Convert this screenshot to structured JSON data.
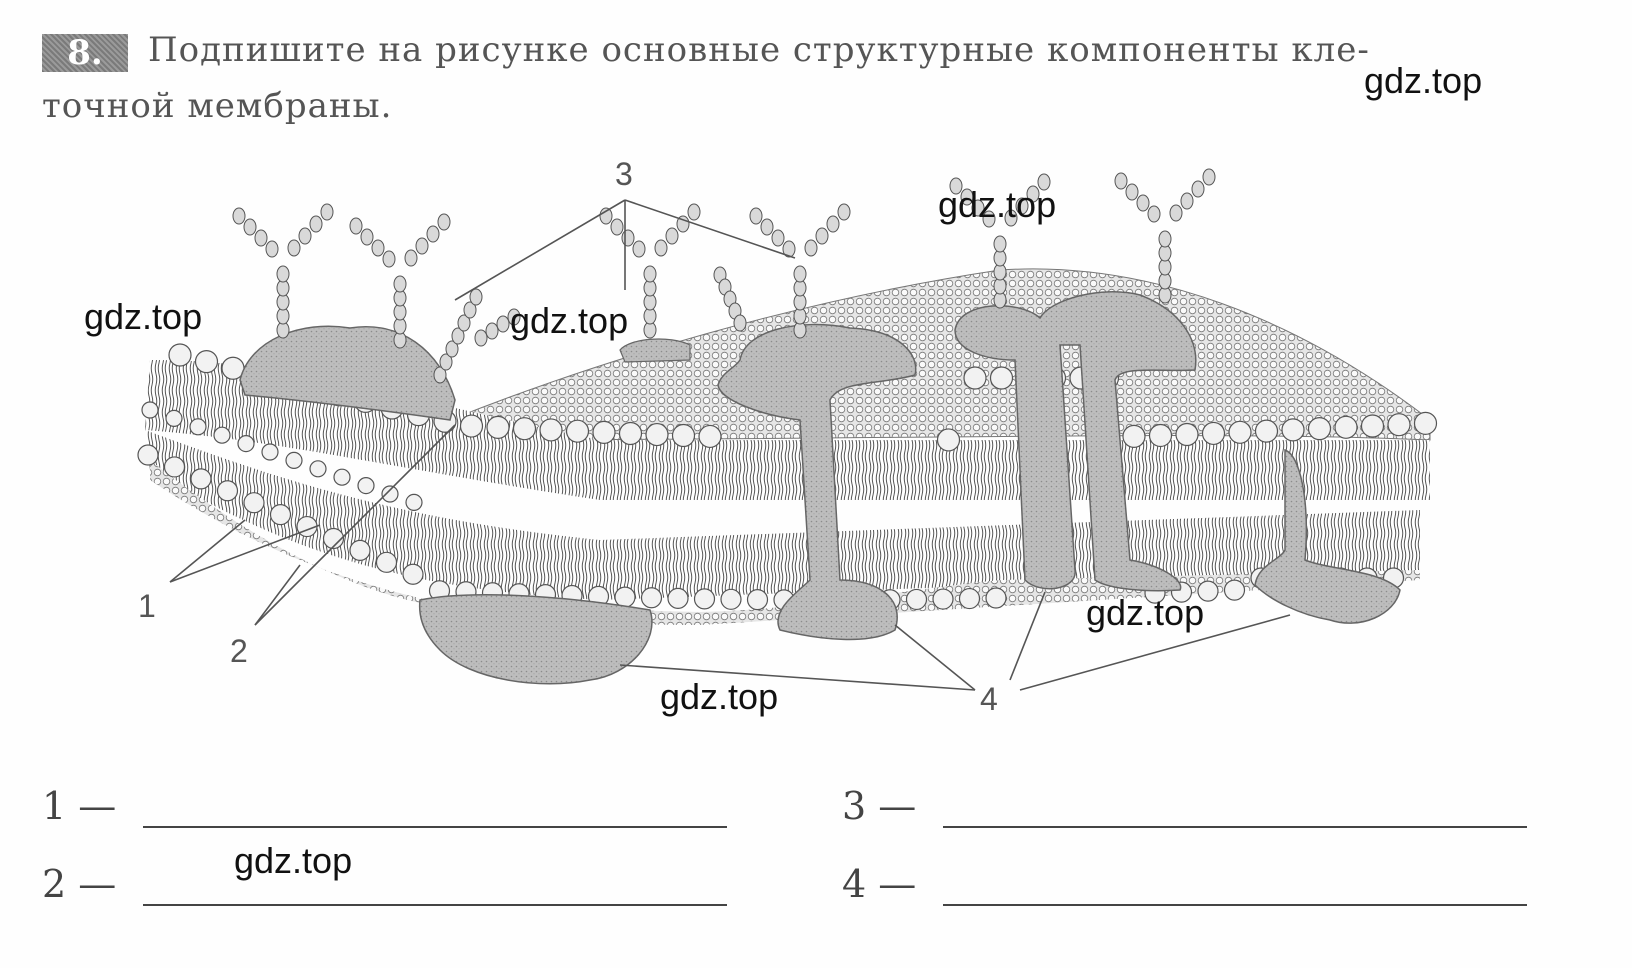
{
  "task": {
    "number": "8.",
    "prompt_line1": "Подпишите на рисунке основные структурные компоненты кле-",
    "prompt_line2": "точной мембраны."
  },
  "callouts": [
    "1",
    "2",
    "3",
    "4"
  ],
  "answers": [
    {
      "label": "1 —"
    },
    {
      "label": "2 —"
    },
    {
      "label": "3 —"
    },
    {
      "label": "4 —"
    }
  ],
  "watermarks": [
    "gdz.top",
    "gdz.top",
    "gdz.top",
    "gdz.top",
    "gdz.top",
    "gdz.top",
    "gdz.top"
  ],
  "colors": {
    "protein_fill": "#bdbdbd",
    "head_fill": "#f2f2f2",
    "line": "#555555"
  }
}
